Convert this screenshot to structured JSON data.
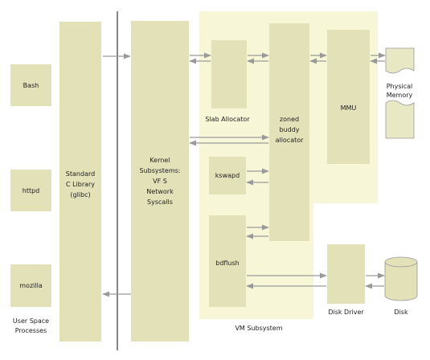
{
  "colors": {
    "box": "#e2e1b8",
    "region": "#f7f6d6",
    "arrow": "#9a9a9a",
    "divider": "#444444",
    "memory": "#e9e8c4",
    "disk_fill": "#e2e1b8"
  },
  "processes": [
    {
      "key": "bash",
      "label": "Bash"
    },
    {
      "key": "httpd",
      "label": "httpd"
    },
    {
      "key": "mozilla",
      "label": "mozilla"
    }
  ],
  "user_space": {
    "line1": "User Space",
    "line2": "Processes"
  },
  "libc": {
    "line1": "Standard",
    "line2": "C Library",
    "line3": "(glibc)"
  },
  "kernel": {
    "line1": "Kernel",
    "line2": "Subsystems:",
    "line3": "VF S",
    "line4": "Network",
    "line5": "Syscalls"
  },
  "vm": {
    "region_label": "VM Subsystem",
    "slab": "Slab Allocator",
    "buddy": {
      "line1": "zoned",
      "line2": "buddy",
      "line3": "allocator"
    },
    "mmu": "MMU",
    "kswapd": "kswapd",
    "bdflush": "bdflush"
  },
  "hardware": {
    "physical_memory": {
      "line1": "Physical",
      "line2": "Memory"
    },
    "disk_driver": "Disk Driver",
    "disk": "Disk"
  }
}
